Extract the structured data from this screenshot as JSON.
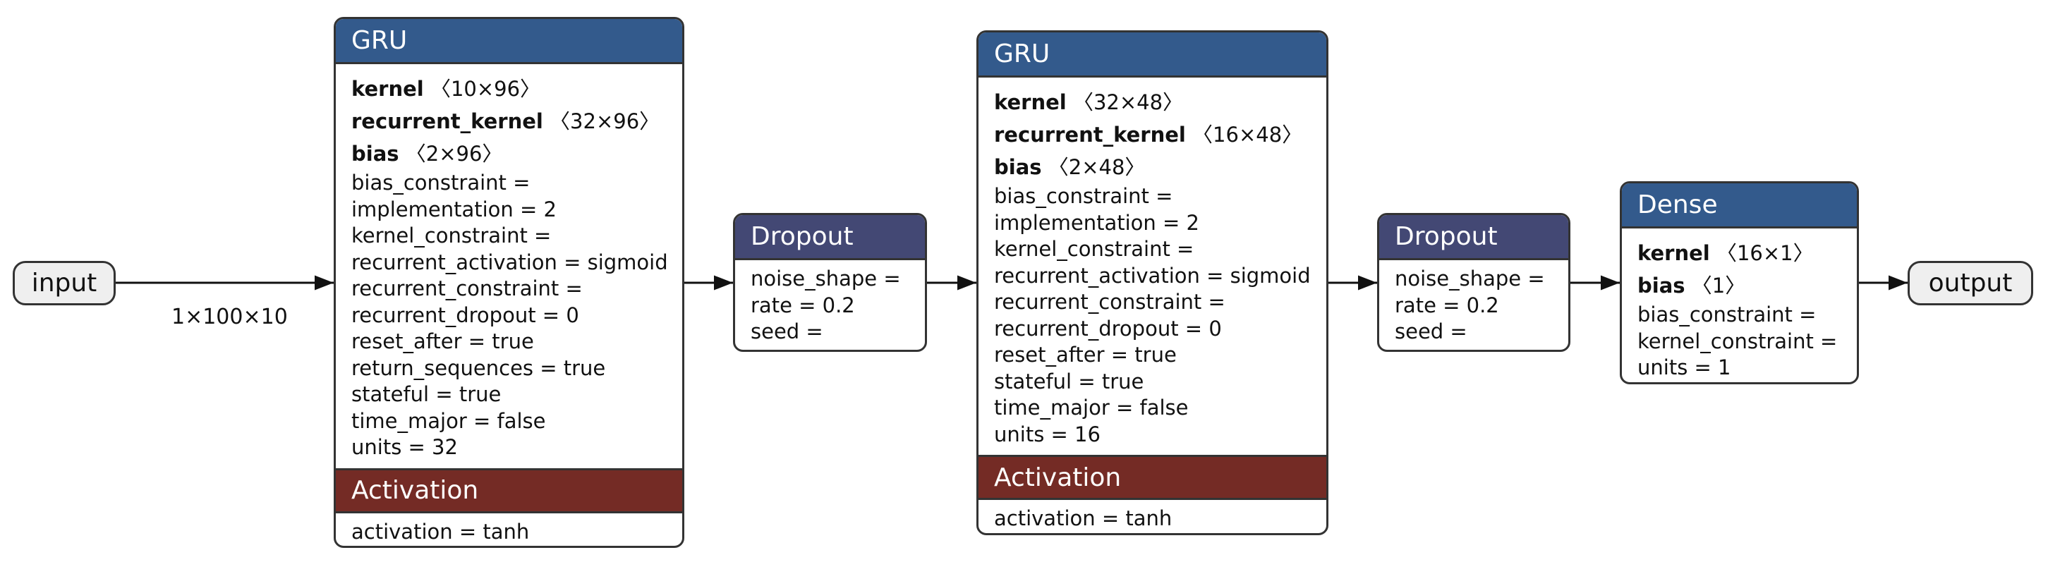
{
  "input": {
    "label": "input"
  },
  "output": {
    "label": "output"
  },
  "edge_label": "1×100×10",
  "gru1": {
    "title": "GRU",
    "weights": [
      {
        "name": "kernel",
        "shape": "〈10×96〉"
      },
      {
        "name": "recurrent_kernel",
        "shape": "〈32×96〉"
      },
      {
        "name": "bias",
        "shape": "〈2×96〉"
      }
    ],
    "attrs": [
      "bias_constraint =",
      "implementation = 2",
      "kernel_constraint =",
      "recurrent_activation = sigmoid",
      "recurrent_constraint =",
      "recurrent_dropout = 0",
      "reset_after = true",
      "return_sequences = true",
      "stateful = true",
      "time_major = false",
      "units = 32"
    ],
    "activation_title": "Activation",
    "activation_attr": "activation = tanh"
  },
  "dropout1": {
    "title": "Dropout",
    "attrs": [
      "noise_shape =",
      "rate = 0.2",
      "seed ="
    ]
  },
  "gru2": {
    "title": "GRU",
    "weights": [
      {
        "name": "kernel",
        "shape": "〈32×48〉"
      },
      {
        "name": "recurrent_kernel",
        "shape": "〈16×48〉"
      },
      {
        "name": "bias",
        "shape": "〈2×48〉"
      }
    ],
    "attrs": [
      "bias_constraint =",
      "implementation = 2",
      "kernel_constraint =",
      "recurrent_activation = sigmoid",
      "recurrent_constraint =",
      "recurrent_dropout = 0",
      "reset_after = true",
      "stateful = true",
      "time_major = false",
      "units = 16"
    ],
    "activation_title": "Activation",
    "activation_attr": "activation = tanh"
  },
  "dropout2": {
    "title": "Dropout",
    "attrs": [
      "noise_shape =",
      "rate = 0.2",
      "seed ="
    ]
  },
  "dense": {
    "title": "Dense",
    "weights": [
      {
        "name": "kernel",
        "shape": "〈16×1〉"
      },
      {
        "name": "bias",
        "shape": "〈1〉"
      }
    ],
    "attrs": [
      "bias_constraint =",
      "kernel_constraint =",
      "units = 1"
    ]
  }
}
